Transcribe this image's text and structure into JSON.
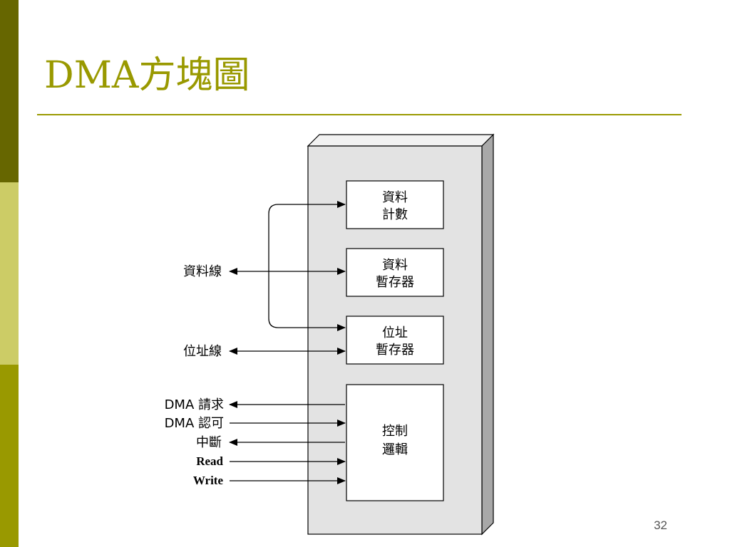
{
  "slide": {
    "title": "DMA方塊圖",
    "number": "32"
  },
  "diagram": {
    "boxes": {
      "data_count": [
        "資料",
        "計數"
      ],
      "data_register": [
        "資料",
        "暫存器"
      ],
      "address_register": [
        "位址",
        "暫存器"
      ],
      "control_logic": [
        "控制",
        "邏輯"
      ]
    },
    "signals": {
      "data_bus": "資料線",
      "address_bus": "位址線",
      "dma_request": "DMA 請求",
      "dma_ack": "DMA 認可",
      "interrupt": "中斷",
      "read": "Read",
      "write": "Write"
    }
  },
  "colors": {
    "accent": "#999900",
    "bar_dark": "#666600",
    "bar_light": "#cccc66",
    "panel_fill": "#e3e3e3",
    "panel_side": "#a8a8a8"
  }
}
